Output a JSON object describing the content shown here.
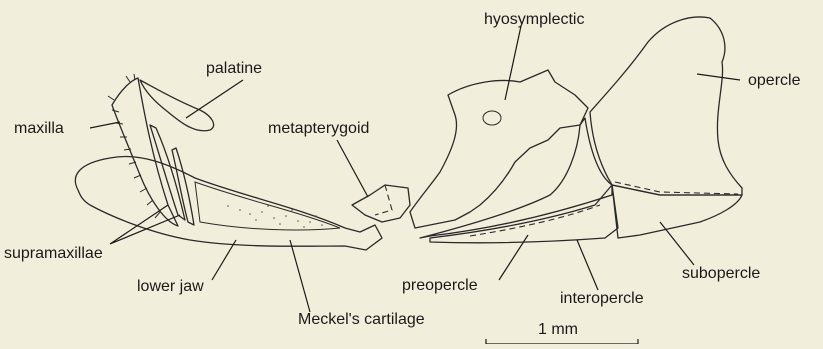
{
  "labels": {
    "palatine": "palatine",
    "hyosymplectic": "hyosymplectic",
    "opercle": "opercle",
    "maxilla": "maxilla",
    "metapterygoid": "metapterygoid",
    "supramaxillae": "supramaxillae",
    "lower_jaw": "lower jaw",
    "meckels_cartilage": "Meckel's cartilage",
    "preopercle": "preopercle",
    "interopercle": "interopercle",
    "subopercle": "subopercle"
  },
  "scale_bar": {
    "label": "1 mm"
  },
  "colors": {
    "background": "#f2eedc",
    "ink": "#2a2a2a"
  }
}
